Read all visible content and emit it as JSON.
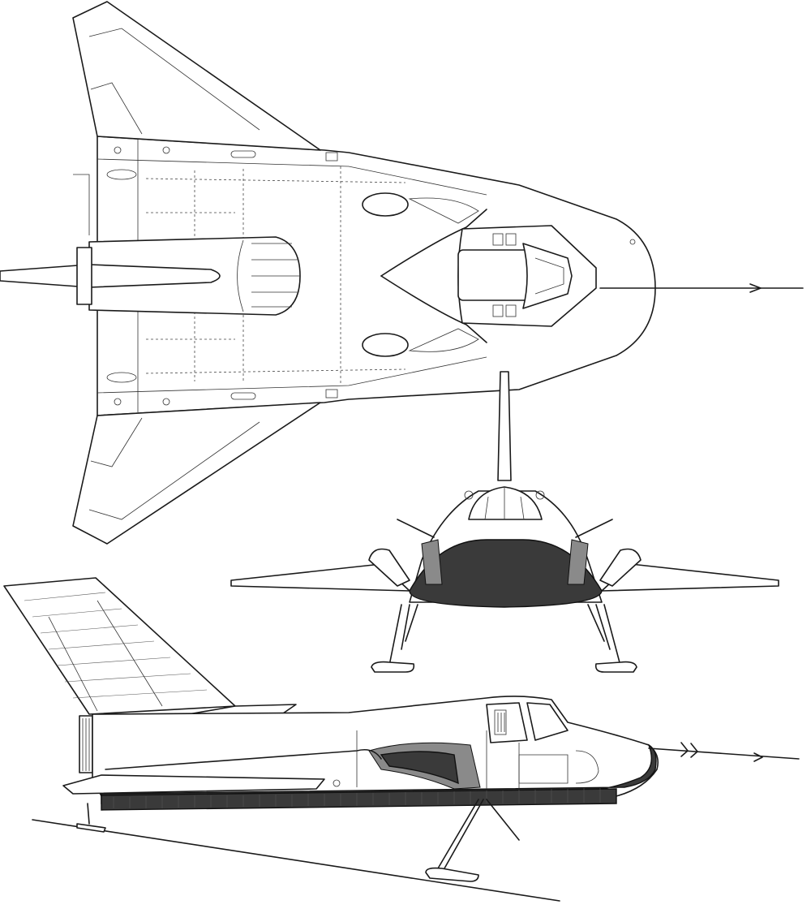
{
  "figure": {
    "kind": "three-view line drawing",
    "views": [
      "top-view",
      "front-view",
      "side-view"
    ],
    "colors": {
      "line": "#1a1a1a",
      "fill_dark": "#3a3a3a",
      "background": "#ffffff"
    }
  }
}
